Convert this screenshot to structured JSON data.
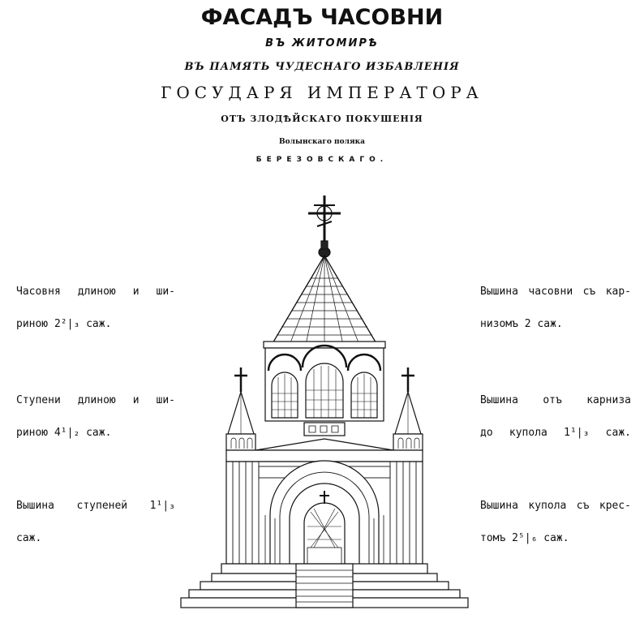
{
  "header": {
    "title": "ФАСАДЪ ЧАСОВНИ",
    "line2": "ВЪ ЖИТОМИРѢ",
    "line3": "ВЪ ПАМЯТЬ ЧУДЕСНАГО ИЗБАВЛЕНІЯ",
    "line4": "ГОСУДАРЯ ИМПЕРАТОРА",
    "line5": "ОТЪ ЗЛОДѢЙСКАГО ПОКУШЕНІЯ",
    "line6": "Волынскаго поляка",
    "line7": "БЕРЕЗОВСКАГО."
  },
  "left_notes": [
    {
      "line1": "Часовня длиною и ши-",
      "line2": "риною 2²|₃ саж."
    },
    {
      "line1": "Ступени длиною и ши-",
      "line2": "риною 4¹|₂ саж."
    },
    {
      "line1": "Вышина ступеней 1¹|₃",
      "line2": "саж."
    }
  ],
  "right_notes": [
    {
      "line1": "Вышина часовни съ кар-",
      "line2": "низомъ 2 саж."
    },
    {
      "line1": "Вышина отъ карниза",
      "line2": "до купола 1¹|₃ саж."
    },
    {
      "line1": "Вышина купола съ крес-",
      "line2": "томъ 2⁵|₆ саж."
    }
  ],
  "drawing": {
    "subject": "chapel-facade-elevation",
    "ink_color": "#111111"
  }
}
